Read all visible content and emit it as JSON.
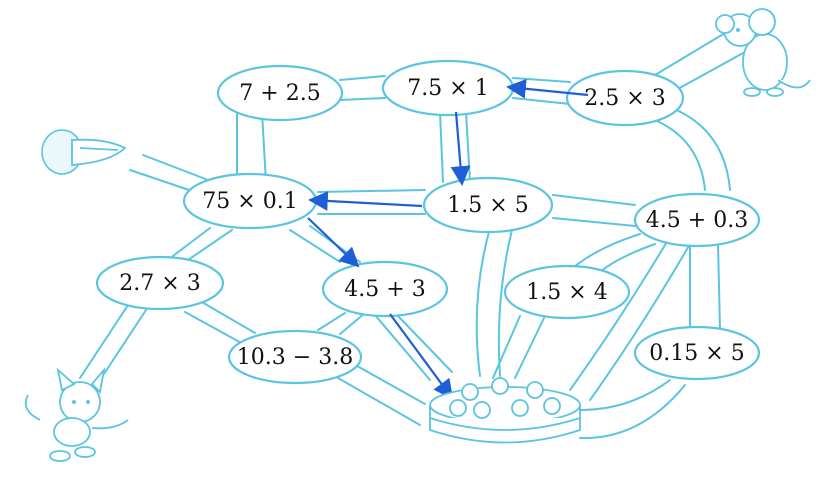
{
  "nodes": [
    {
      "id": "n-7-plus-2-5",
      "label": "7 + 2.5"
    },
    {
      "id": "n-7-5-times-1",
      "label": "7.5 × 1"
    },
    {
      "id": "n-2-5-times-3",
      "label": "2.5 × 3"
    },
    {
      "id": "n-75-times-0-1",
      "label": "75 × 0.1"
    },
    {
      "id": "n-1-5-times-5",
      "label": "1.5 × 5"
    },
    {
      "id": "n-4-5-plus-0-3",
      "label": "4.5 + 0.3"
    },
    {
      "id": "n-2-7-times-3",
      "label": "2.7 × 3"
    },
    {
      "id": "n-4-5-plus-3",
      "label": "4.5 + 3"
    },
    {
      "id": "n-1-5-times-4",
      "label": "1.5 × 4"
    },
    {
      "id": "n-10-3-minus-3-8",
      "label": "10.3 − 3.8"
    },
    {
      "id": "n-0-15-times-5",
      "label": "0.15 × 5"
    }
  ],
  "colors": {
    "path": "#5bc4e0",
    "arrow": "#1e5fd8",
    "text": "#111111"
  },
  "icons": [
    "mouse-icon",
    "cat-icon",
    "cake-icon",
    "cheese-icon"
  ]
}
